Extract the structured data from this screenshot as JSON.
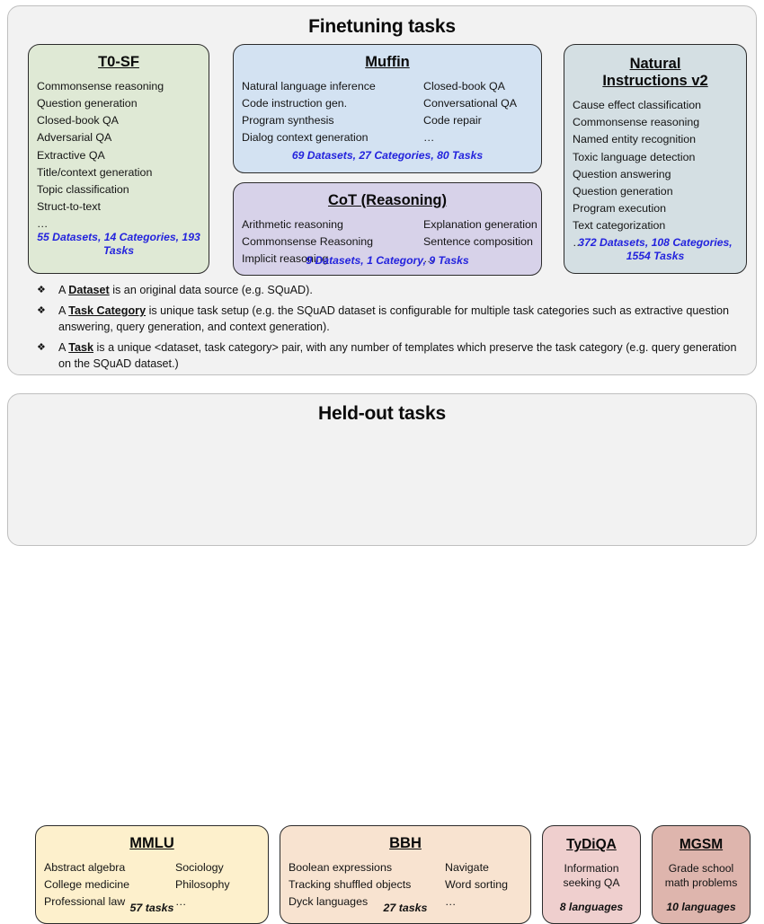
{
  "finetuning": {
    "title": "Finetuning tasks",
    "cards": [
      {
        "name": "t0sf",
        "title": "T0-SF",
        "color": "#dfe9d5",
        "items_left": [
          "Commonsense reasoning",
          "Question generation",
          "Closed-book QA",
          "Adversarial QA",
          "Extractive QA",
          "Title/context generation",
          "Topic classification",
          "Struct-to-text",
          "…"
        ],
        "stats": "55 Datasets, 14 Categories, 193 Tasks"
      },
      {
        "name": "muffin",
        "title": "Muffin",
        "color": "#d3e2f2",
        "items_left": [
          "Natural language inference",
          "Code instruction gen.",
          "Program synthesis",
          "Dialog context generation"
        ],
        "items_right": [
          "Closed-book QA",
          "Conversational QA",
          "Code repair",
          "…"
        ],
        "stats": "69 Datasets, 27 Categories, 80 Tasks"
      },
      {
        "name": "cot",
        "title": "CoT (Reasoning)",
        "color": "#d7d2e9",
        "items_left": [
          "Arithmetic reasoning",
          "Commonsense Reasoning",
          "Implicit reasoning"
        ],
        "items_right": [
          "Explanation generation",
          "Sentence composition",
          "…"
        ],
        "stats": "9 Datasets, 1 Category, 9 Tasks"
      },
      {
        "name": "niv2",
        "title_line1": "Natural",
        "title_line2": "Instructions v2",
        "color": "#d4dfe3",
        "items_left": [
          "Cause effect classification",
          "Commonsense reasoning",
          "Named entity recognition",
          "Toxic language detection",
          "Question answering",
          "Question generation",
          "Program execution",
          "Text categorization",
          "…"
        ],
        "stats": "372 Datasets, 108 Categories, 1554 Tasks"
      }
    ],
    "definitions": [
      {
        "bullet": "❖",
        "term": "Dataset",
        "prefix": "A ",
        "text": " is an original data source (e.g. SQuAD)."
      },
      {
        "bullet": "❖",
        "term": "Task Category",
        "prefix": "A ",
        "text": " is unique task setup (e.g. the SQuAD dataset is configurable for multiple task categories such as extractive question answering, query generation, and context generation)."
      },
      {
        "bullet": "❖",
        "term": "Task",
        "prefix": "A ",
        "text": " is a unique <dataset, task category> pair, with any number of templates which preserve the task category (e.g. query generation on the SQuAD dataset.)"
      }
    ]
  },
  "heldout": {
    "title": "Held-out tasks",
    "cards": [
      {
        "name": "mmlu",
        "title": "MMLU",
        "color": "#fdf0cc",
        "items_left": [
          "Abstract algebra",
          "College medicine",
          "Professional law"
        ],
        "items_right": [
          "Sociology",
          "Philosophy",
          "…"
        ],
        "stats": "57 tasks"
      },
      {
        "name": "bbh",
        "title": "BBH",
        "color": "#f8e3d0",
        "items_left": [
          "Boolean expressions",
          "Tracking shuffled objects",
          "Dyck languages"
        ],
        "items_right": [
          "Navigate",
          "Word sorting",
          "…"
        ],
        "stats": "27 tasks"
      },
      {
        "name": "tydiqa",
        "title": "TyDiQA",
        "color": "#efcfce",
        "desc_line1": "Information",
        "desc_line2": "seeking QA",
        "stats": "8 languages"
      },
      {
        "name": "mgsm",
        "title": "MGSM",
        "color": "#deb5ad",
        "desc_line1": "Grade school",
        "desc_line2": "math problems",
        "stats": "10 languages"
      }
    ]
  },
  "colors": {
    "stats_blue": "#2323dd",
    "card_border": "#2b2b2b",
    "section_bg": "#f2f2f2",
    "section_border": "#bfbfbf"
  }
}
